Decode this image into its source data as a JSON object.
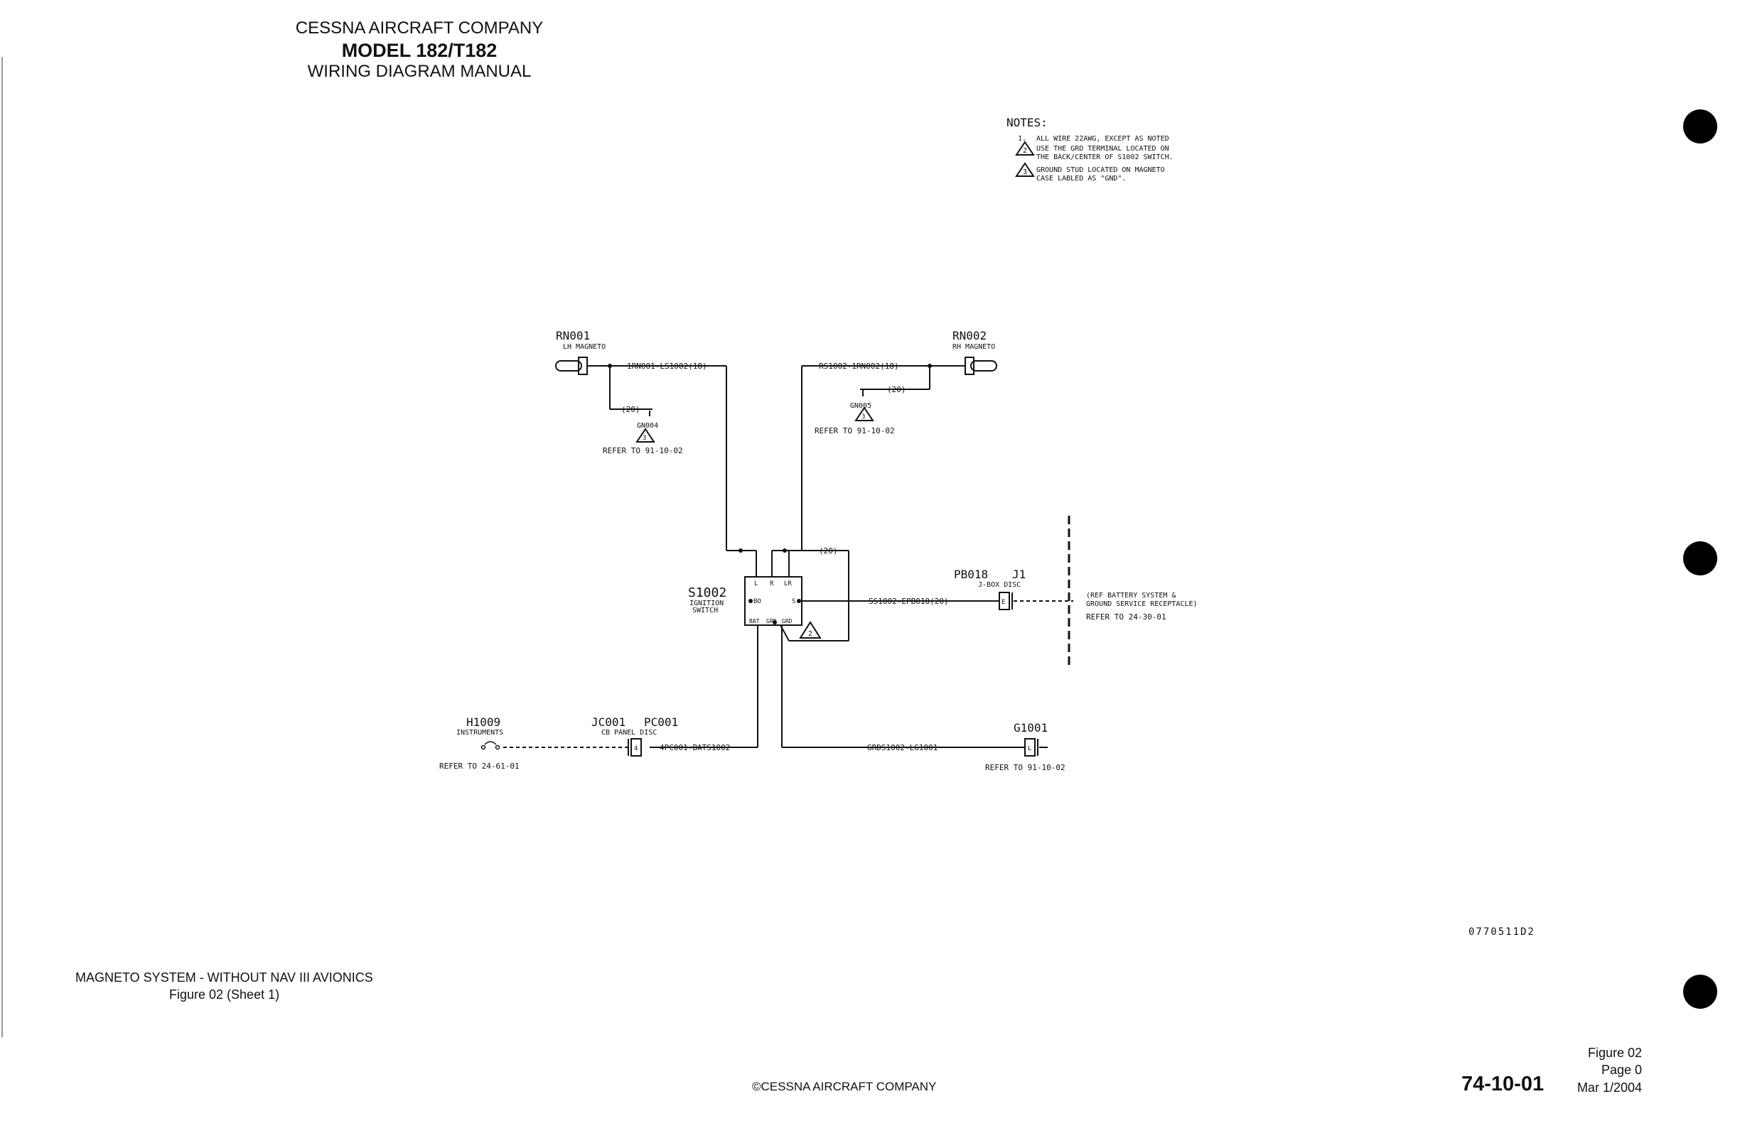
{
  "header": {
    "company": "CESSNA AIRCRAFT COMPANY",
    "model": "MODEL 182/T182",
    "manual": "WIRING DIAGRAM MANUAL"
  },
  "notes": {
    "title": "NOTES:",
    "n1_num": "1.",
    "n1": "ALL WIRE 22AWG, EXCEPT AS NOTED",
    "n2_num": "2",
    "n2a": "USE THE GRD TERMINAL LOCATED ON",
    "n2b": "THE BACK/CENTER OF S1002 SWITCH.",
    "n3_num": "3",
    "n3a": "GROUND STUD LOCATED ON MAGNETO",
    "n3b": "CASE LABLED AS \"GND\"."
  },
  "components": {
    "rn001": {
      "id": "RN001",
      "desc": "LH MAGNETO",
      "wire": "1RN001-LS1002(18)",
      "gnd_wire": "(20)",
      "gnd_id": "GN004",
      "gnd_note": "3",
      "ref": "REFER TO 91-10-02"
    },
    "rn002": {
      "id": "RN002",
      "desc": "RH MAGNETO",
      "wire": "RS1002-1RN002(18)",
      "gnd_wire": "(20)",
      "gnd_id": "GN005",
      "gnd_note": "3",
      "ref": "REFER TO 91-10-02"
    },
    "s1002": {
      "id": "S1002",
      "desc1": "IGNITION",
      "desc2": "SWITCH",
      "pin_l": "L",
      "pin_r": "R",
      "pin_lr": "LR",
      "pin_bo": "BO",
      "pin_s": "S",
      "pin_bat": "BAT",
      "pin_grd1": "GRD",
      "pin_grd2": "GRD",
      "jumper": "(20)",
      "note": "2"
    },
    "pb018": {
      "id1": "PB018",
      "id2": "J1",
      "desc": "J-BOX DISC",
      "pin": "E",
      "wire": "SS1002-EPB018(20)",
      "ref1": "(REF BATTERY SYSTEM &",
      "ref2": "GROUND SERVICE RECEPTACLE)",
      "ref3": "REFER TO 24-30-01"
    },
    "h1009": {
      "id": "H1009",
      "desc": "INSTRUMENTS",
      "ref": "REFER TO 24-61-01"
    },
    "jc001": {
      "id1": "JC001",
      "id2": "PC001",
      "desc": "CB PANEL DISC",
      "pin": "4",
      "wire": "4PC001-BATS1002"
    },
    "g1001": {
      "id": "G1001",
      "pin": "L",
      "wire": "GRDS1002-LG1001",
      "ref": "REFER TO 91-10-02"
    }
  },
  "drawing_no": "0770511D2",
  "footer": {
    "title": "MAGNETO SYSTEM - WITHOUT NAV III AVIONICS",
    "figure": "Figure 02 (Sheet 1)",
    "copyright": "©CESSNA AIRCRAFT COMPANY",
    "doc_number": "74-10-01",
    "fig_ref": "Figure 02",
    "page": "Page 0",
    "date": "Mar 1/2004"
  }
}
